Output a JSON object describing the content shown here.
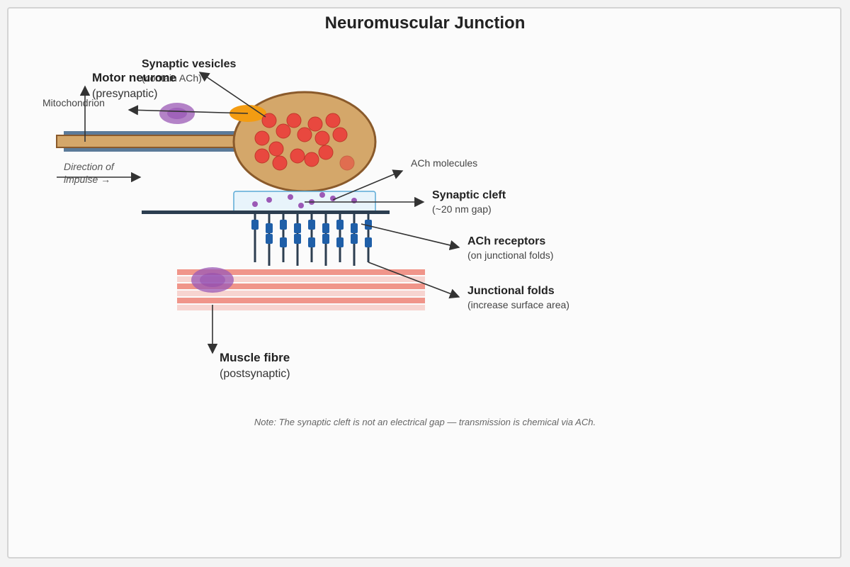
{
  "title": "Neuromuscular Junction",
  "labels": {
    "synaptic_vesicles": "Synaptic vesicles",
    "synaptic_vesicles_sub": "(contain ACh)",
    "motor_neurone": "Motor neurone",
    "motor_neurone_sub": "(presynaptic)",
    "mitochondrion": "Mitochondrion",
    "direction_line1": "Direction of",
    "direction_line2": "impulse →",
    "ach_molecules": "ACh molecules",
    "synaptic_cleft": "Synaptic cleft",
    "synaptic_cleft_sub": "(~20 nm gap)",
    "ach_receptors": "ACh receptors",
    "ach_receptors_sub": "(on junctional folds)",
    "junctional_folds": "Junctional folds",
    "junctional_folds_sub": "(increase surface area)",
    "muscle_fibre": "Muscle fibre",
    "muscle_fibre_sub": "(postsynaptic)"
  },
  "note": "Note: The synaptic cleft is not an electrical gap — transmission is chemical via ACh.",
  "colors": {
    "terminal_fill": "#d4a76a",
    "terminal_stroke": "#8a5a2b",
    "vesicle": "#e8483f",
    "mitochondrion": "#f39c12",
    "muscle_mito": "#9b59b6",
    "ach_dot": "#9b59b6",
    "receptor": "#1f5fa8",
    "cleft_fill": "#e8f4fb",
    "cleft_stroke": "#5aa9d6",
    "membrane": "#2c3e50",
    "muscle_dark": "#f0958a",
    "muscle_light": "#f7d4d0"
  }
}
